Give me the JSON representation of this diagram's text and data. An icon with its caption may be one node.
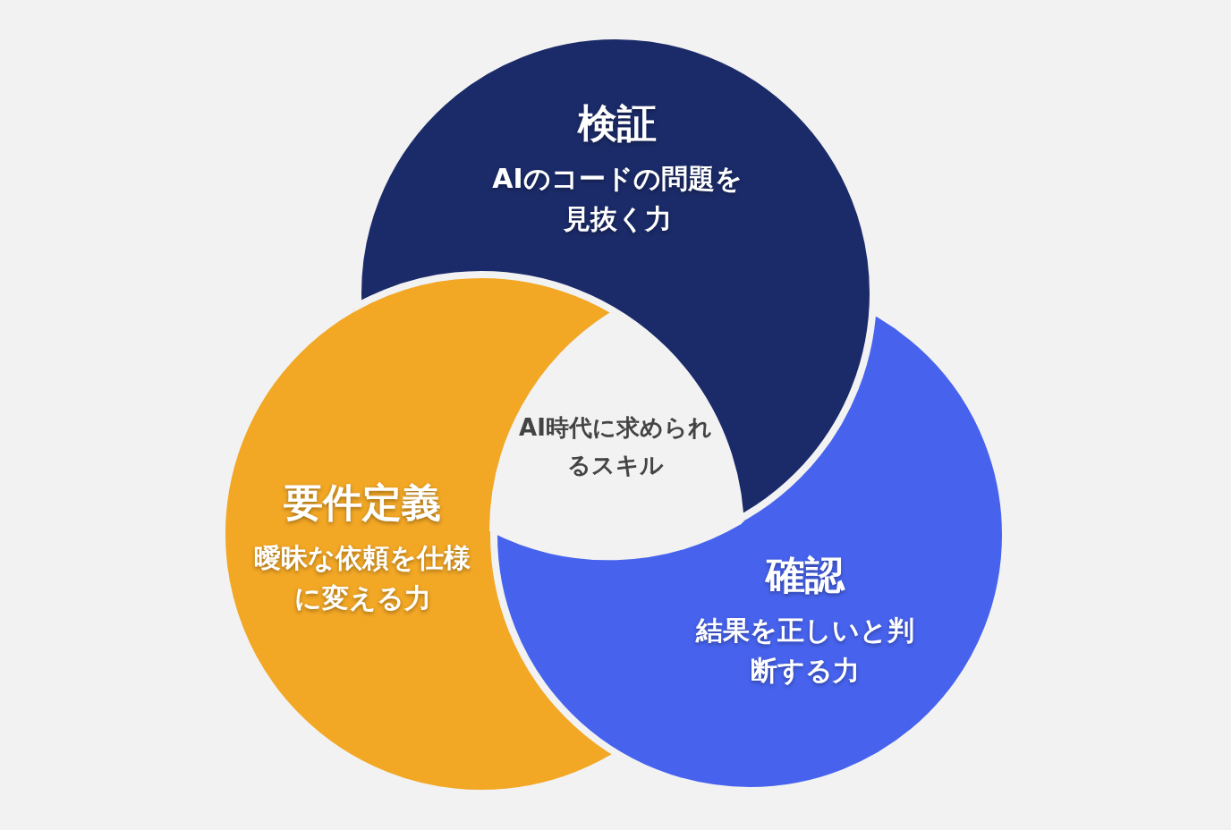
{
  "diagram": {
    "nodes": [
      {
        "text": [
          "検証",
          "AIのコードの問題を見抜く力"
        ]
      },
      {
        "text": [
          "AI時代に求められるスキル"
        ]
      },
      {
        "text": [
          "要件定義",
          "曖昧な依頼を仕様に変える力"
        ]
      },
      {
        "text": [
          "確認",
          "結果を正しいと判断する力"
        ]
      }
    ]
  }
}
